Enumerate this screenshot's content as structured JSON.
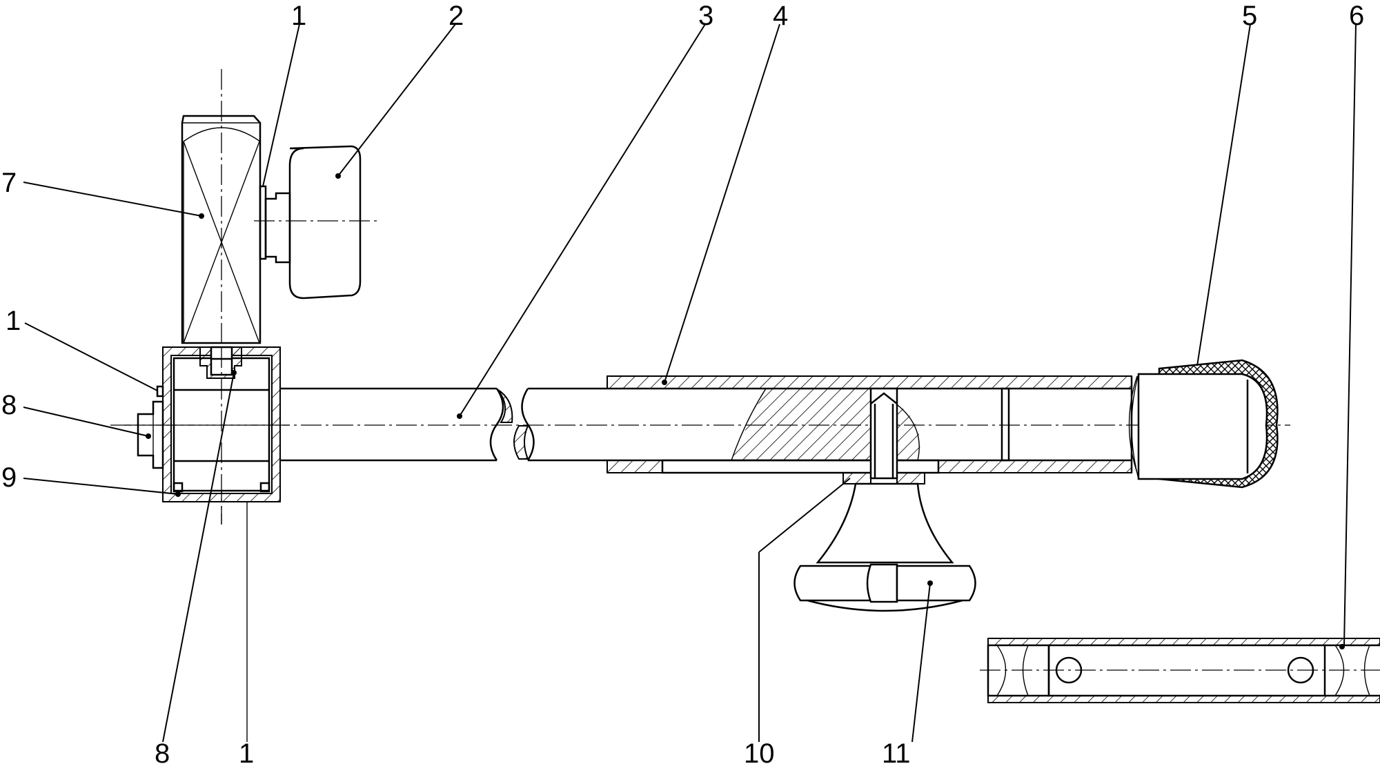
{
  "labels": {
    "top_1": "1",
    "top_2": "2",
    "top_3": "3",
    "top_4": "4",
    "top_5": "5",
    "top_6": "6",
    "left_7": "7",
    "left_1": "1",
    "left_8": "8",
    "left_9": "9",
    "bottom_8": "8",
    "bottom_1": "1",
    "bottom_10": "10",
    "bottom_11": "11"
  }
}
